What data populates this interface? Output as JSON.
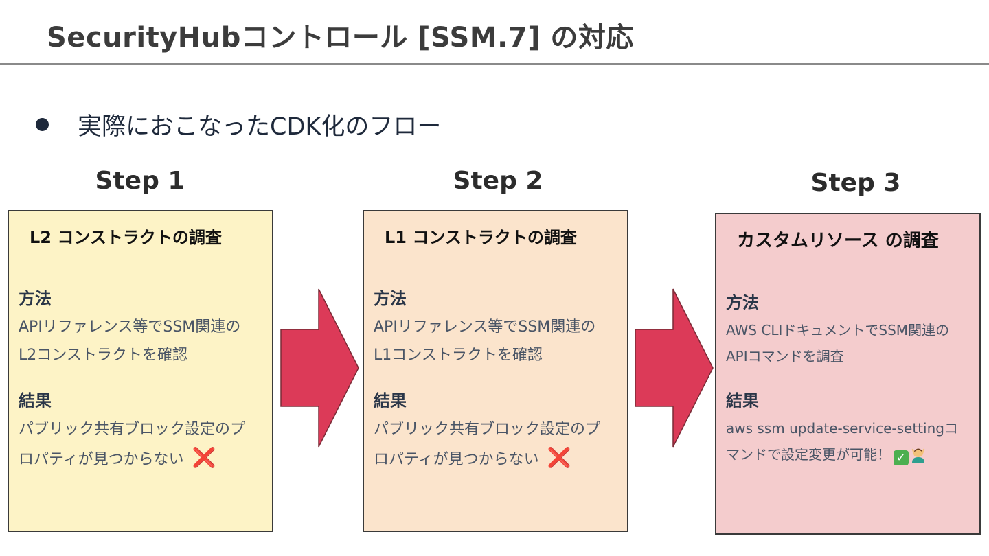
{
  "slide": {
    "title": "SecurityHubコントロール [SSM.7] の対応",
    "bullet": "実際におこなったCDK化のフロー"
  },
  "steps": [
    {
      "label": "Step 1",
      "heading": "L2 コンストラクトの調査",
      "method_label": "方法",
      "method_lines": [
        "APIリファレンス等でSSM関連の",
        "L2コンストラクトを確認"
      ],
      "result_label": "結果",
      "result_lines": [
        "パブリック共有ブロック設定のプ",
        "ロパティが見つからない"
      ],
      "result_mark": "❌"
    },
    {
      "label": "Step 2",
      "heading": "L1 コンストラクトの調査",
      "method_label": "方法",
      "method_lines": [
        "APIリファレンス等でSSM関連の",
        "L1コンストラクトを確認"
      ],
      "result_label": "結果",
      "result_lines": [
        "パブリック共有ブロック設定のプ",
        "ロパティが見つからない"
      ],
      "result_mark": "❌"
    },
    {
      "label": "Step 3",
      "heading": "カスタムリソース の調査",
      "method_label": "方法",
      "method_lines": [
        "AWS CLIドキュメントでSSM関連の",
        "APIコマンドを調査"
      ],
      "result_label": "結果",
      "result_lines": [
        "aws ssm update-service-settingコ",
        "マンドで設定変更が可能！"
      ],
      "result_mark": "✓",
      "result_icon": "person-gesturing-ok-icon"
    }
  ],
  "colors": {
    "card_1": "#fdf3c6",
    "card_2": "#fbe4cc",
    "card_3": "#f4cccd",
    "arrow": "#dc3a58",
    "fail_mark": "#e53935",
    "success_mark": "#4caf50"
  }
}
